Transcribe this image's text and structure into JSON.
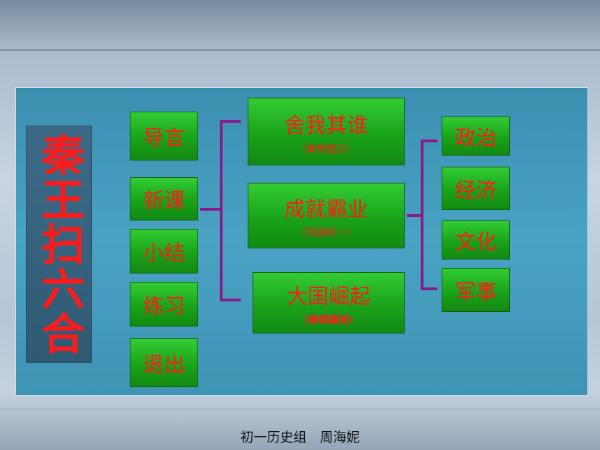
{
  "title": "秦王扫六合",
  "nav": [
    "导言",
    "新课",
    "小结",
    "练习",
    "退出"
  ],
  "sections": [
    {
      "label": "舍我其谁",
      "sub": "（秦朝建立）"
    },
    {
      "label": "成就霸业",
      "sub": "（巩固统一）"
    },
    {
      "label": "大国崛起",
      "sub": "(秦朝疆域)"
    }
  ],
  "topics": [
    "政治",
    "经济",
    "文化",
    "军事"
  ],
  "footer": "初一历史组　周海妮",
  "colors": {
    "text_red": "#ff1a1a",
    "button_green": "#1aa31a",
    "bracket_purple": "#8a1a8a",
    "panel_blue": "#4aa3c3"
  }
}
